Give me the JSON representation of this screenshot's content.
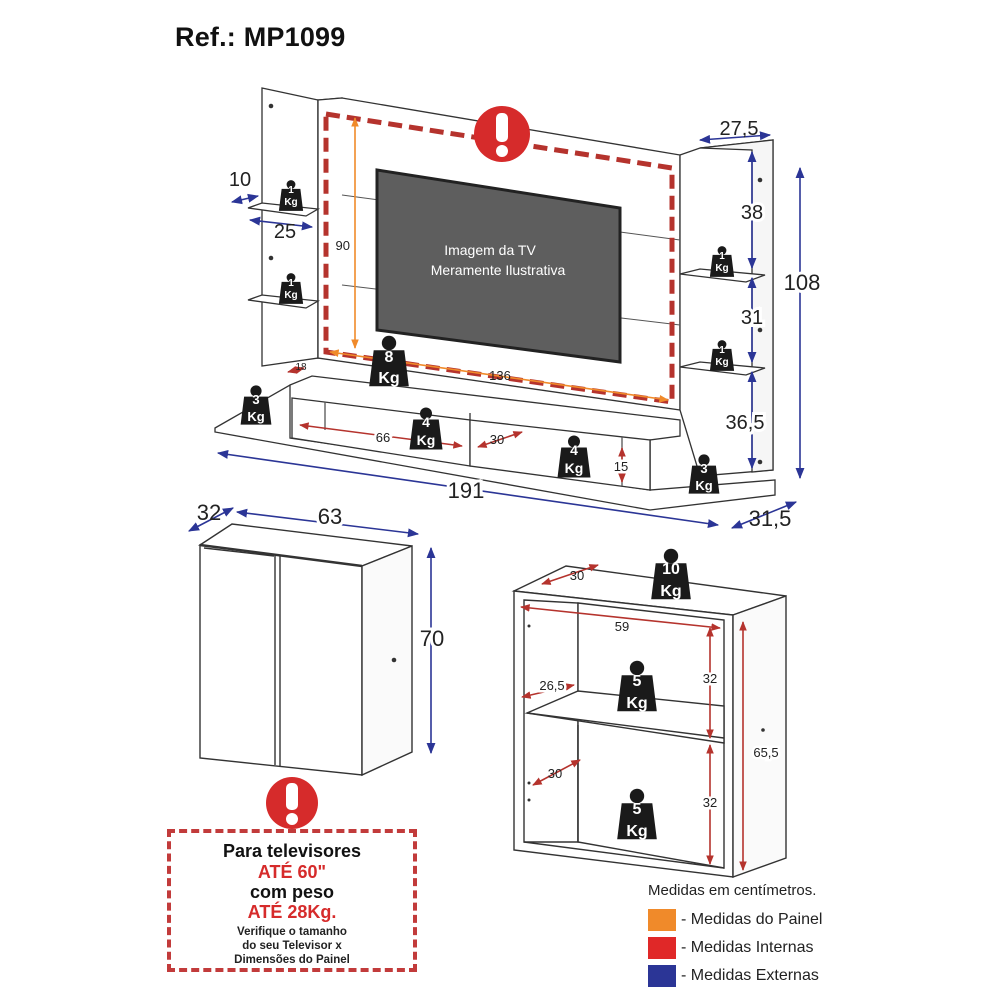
{
  "title": "Ref.: MP1099",
  "tv_notice": {
    "line1": "Imagem da TV",
    "line2": "Meramente Ilustrativa"
  },
  "panel_dims": {
    "shelf_depth": "10",
    "shelf_width": "25",
    "right_width": "27,5",
    "right_top": "38",
    "right_mid": "31",
    "right_bottom": "36,5",
    "total_height": "108",
    "inner_height": "90",
    "inner_width": "136",
    "rack_depth_small": "18",
    "niche_left": "66",
    "niche_mid": "30",
    "niche_height": "15",
    "total_width": "191",
    "total_depth": "31,5"
  },
  "weights": {
    "shelf_1kg": [
      "1",
      "Kg"
    ],
    "w8": [
      "8",
      "Kg"
    ],
    "w3": [
      "3",
      "Kg"
    ],
    "w4": [
      "4",
      "Kg"
    ],
    "w10": [
      "10",
      "Kg"
    ],
    "w5": [
      "5",
      "Kg"
    ]
  },
  "cabinet_dims": {
    "depth": "32",
    "width": "63",
    "height": "70"
  },
  "open_cabinet_dims": {
    "top_depth": "30",
    "inner_width": "59",
    "shelf_depth": "26,5",
    "upper_height": "32",
    "lower_depth": "30",
    "lower_height": "32",
    "total_height": "65,5"
  },
  "warning": {
    "line1": "Para televisores",
    "line2": "ATÉ 60\"",
    "line3": "com peso",
    "line4": "ATÉ 28Kg.",
    "small1": "Verifique o tamanho",
    "small2": "do seu Televisor x",
    "small3": "Dimensões do Painel"
  },
  "legend": {
    "heading": "Medidas em centímetros.",
    "items": [
      {
        "label": "- Medidas do Painel",
        "color": "#f08a2a"
      },
      {
        "label": "- Medidas Internas",
        "color": "#e02828"
      },
      {
        "label": "- Medidas Externas",
        "color": "#2b3596"
      }
    ]
  },
  "colors": {
    "exterior": "#2b3596",
    "interior": "#b5332d",
    "panel": "#f08a2a",
    "alert": "#d62b2b"
  }
}
